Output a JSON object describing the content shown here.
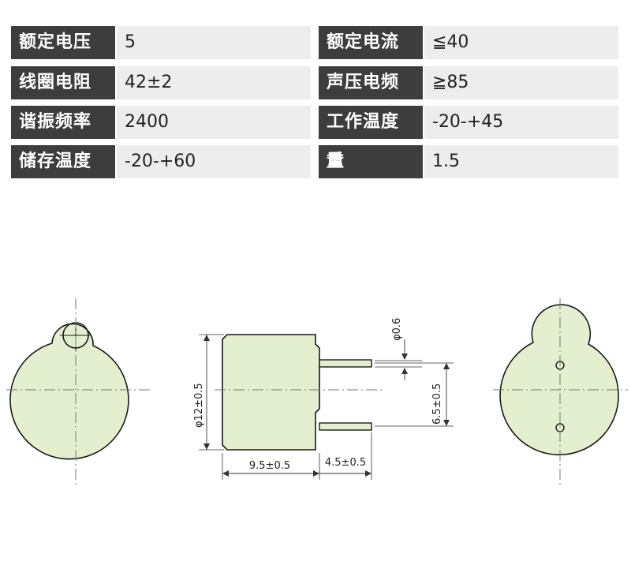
{
  "specs": {
    "rows": [
      {
        "left_label": "额定电压",
        "left_value": "5",
        "right_label": "额定电流",
        "right_value": "≦40"
      },
      {
        "left_label": "线圈电阻",
        "left_value": "42±2",
        "right_label": "声压电频",
        "right_value": "≧85"
      },
      {
        "left_label": "谐振频率",
        "left_value": "2400",
        "right_label": "工作温度",
        "right_value": "-20-+45"
      },
      {
        "left_label": "储存温度",
        "left_value": "-20-+60",
        "right_label_a": "重",
        "right_label_b": "量",
        "right_value": "1.5"
      }
    ]
  },
  "drawing": {
    "dimensions": {
      "diameter": "φ12±0.5",
      "pin_diameter": "φ0.6",
      "pin_spacing": "6.5±0.5",
      "body_height": "9.5±0.5",
      "pin_length": "4.5±0.5"
    },
    "colors": {
      "body_fill": "#e4efcf",
      "outline": "#1a1a1a",
      "center_line": "#777777"
    }
  }
}
